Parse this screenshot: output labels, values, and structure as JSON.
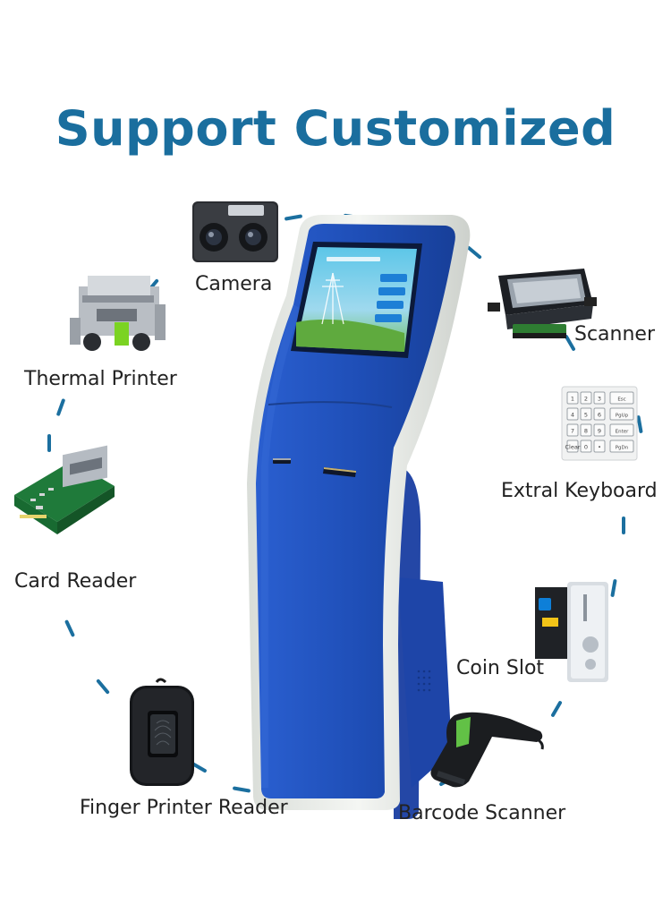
{
  "headline": "Support Customized",
  "colors": {
    "headline": "#1a6e9e",
    "kiosk_blue": "#1f4fb8",
    "kiosk_frame": "#e8ebe6",
    "dash": "#1b6f9f"
  },
  "components": [
    {
      "id": "camera",
      "label": "Camera",
      "icon": "camera-icon"
    },
    {
      "id": "scanner",
      "label": "Scanner",
      "icon": "qr-scanner-icon"
    },
    {
      "id": "thermal-printer",
      "label": "Thermal Printer",
      "icon": "thermal-printer-icon"
    },
    {
      "id": "keyboard",
      "label": "Extral Keyboard",
      "icon": "keypad-icon"
    },
    {
      "id": "card-reader",
      "label": "Card Reader",
      "icon": "card-reader-icon"
    },
    {
      "id": "coin-slot",
      "label": "Coin Slot",
      "icon": "coin-acceptor-icon"
    },
    {
      "id": "fingerprint-reader",
      "label": "Finger Printer Reader",
      "icon": "fingerprint-reader-icon"
    },
    {
      "id": "barcode-scanner",
      "label": "Barcode Scanner",
      "icon": "barcode-gun-icon"
    }
  ],
  "keypad": {
    "rows": [
      [
        "1",
        "2",
        "3",
        "Esc"
      ],
      [
        "4",
        "5",
        "6",
        "PgUp"
      ],
      [
        "7",
        "8",
        "9",
        "Enter"
      ],
      [
        "Clear",
        "0",
        "•",
        "PgDn"
      ]
    ]
  }
}
